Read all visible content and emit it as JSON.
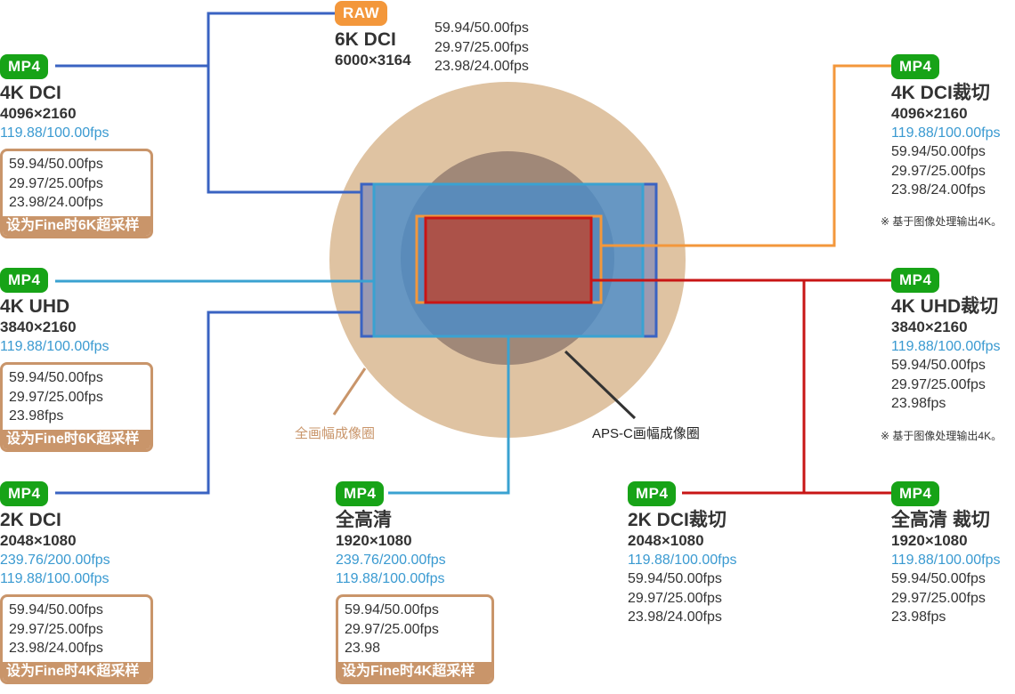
{
  "colors": {
    "mp4_badge": "#17a317",
    "raw_badge": "#f3973b",
    "fps_highlight": "#3a9ad1",
    "fine_box": "#c9956a",
    "full_frame_circle": "#dfc3a2",
    "apsc_circle": "#a08878",
    "line_blue": "#3a63c2",
    "line_cyan": "#3aa2d1",
    "line_orange": "#f3973b",
    "line_red": "#c81515"
  },
  "raw": {
    "badge": "RAW",
    "name": "6K DCI",
    "resolution": "6000×3164",
    "fps": [
      "59.94/50.00fps",
      "29.97/25.00fps",
      "23.98/24.00fps"
    ]
  },
  "k4dci": {
    "badge": "MP4",
    "name": "4K DCI",
    "resolution": "4096×2160",
    "fps_hi": "119.88/100.00fps",
    "fps": [
      "59.94/50.00fps",
      "29.97/25.00fps",
      "23.98/24.00fps"
    ],
    "fine": "设为Fine时6K超采样"
  },
  "k4uhd": {
    "badge": "MP4",
    "name": "4K UHD",
    "resolution": "3840×2160",
    "fps_hi": "119.88/100.00fps",
    "fps": [
      "59.94/50.00fps",
      "29.97/25.00fps",
      "23.98fps"
    ],
    "fine": "设为Fine时6K超采样"
  },
  "k2dci": {
    "badge": "MP4",
    "name": "2K DCI",
    "resolution": "2048×1080",
    "fps_hi": [
      "239.76/200.00fps",
      "119.88/100.00fps"
    ],
    "fps": [
      "59.94/50.00fps",
      "29.97/25.00fps",
      "23.98/24.00fps"
    ],
    "fine": "设为Fine时4K超采样"
  },
  "fhd": {
    "badge": "MP4",
    "name": "全高清",
    "resolution": "1920×1080",
    "fps_hi": [
      "239.76/200.00fps",
      "119.88/100.00fps"
    ],
    "fps": [
      "59.94/50.00fps",
      "29.97/25.00fps",
      "23.98"
    ],
    "fine": "设为Fine时4K超采样"
  },
  "k4dci_crop": {
    "badge": "MP4",
    "name": "4K DCI裁切",
    "resolution": "4096×2160",
    "fps_hi": "119.88/100.00fps",
    "fps": [
      "59.94/50.00fps",
      "29.97/25.00fps",
      "23.98/24.00fps"
    ],
    "note": "※ 基于图像处理输出4K。"
  },
  "k4uhd_crop": {
    "badge": "MP4",
    "name": "4K UHD裁切",
    "resolution": "3840×2160",
    "fps_hi": "119.88/100.00fps",
    "fps": [
      "59.94/50.00fps",
      "29.97/25.00fps",
      "23.98fps"
    ],
    "note": "※ 基于图像处理输出4K。"
  },
  "k2dci_crop": {
    "badge": "MP4",
    "name": "2K DCI裁切",
    "resolution": "2048×1080",
    "fps_hi": "119.88/100.00fps",
    "fps": [
      "59.94/50.00fps",
      "29.97/25.00fps",
      "23.98/24.00fps"
    ]
  },
  "fhd_crop": {
    "badge": "MP4",
    "name": "全高清 裁切",
    "resolution": "1920×1080",
    "fps_hi": "119.88/100.00fps",
    "fps": [
      "59.94/50.00fps",
      "29.97/25.00fps",
      "23.98fps"
    ]
  },
  "labels": {
    "full_frame": "全画幅成像圈",
    "apsc": "APS-C画幅成像圈"
  }
}
